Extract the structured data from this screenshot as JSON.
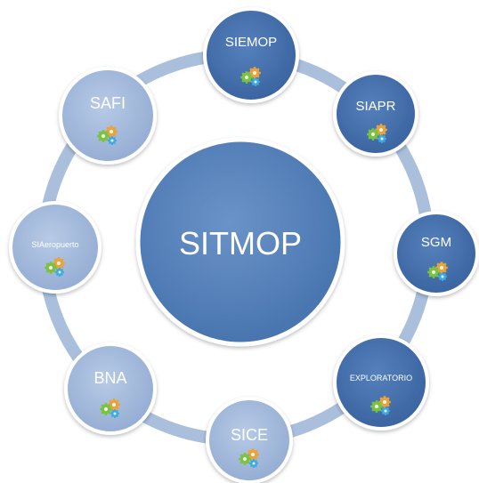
{
  "diagram": {
    "center_label": "SITMOP",
    "nodes": [
      {
        "label": "SIEMOP",
        "shade": "dark",
        "gear_icon": "gears-icon"
      },
      {
        "label": "SIAPR",
        "shade": "dark",
        "gear_icon": "gears-icon"
      },
      {
        "label": "SGM",
        "shade": "dark",
        "gear_icon": "gears-icon"
      },
      {
        "label": "EXPLORATORIO",
        "shade": "dark",
        "gear_icon": "gears-icon"
      },
      {
        "label": "SICE",
        "shade": "light",
        "gear_icon": "gears-icon"
      },
      {
        "label": "BNA",
        "shade": "light",
        "gear_icon": "gears-icon"
      },
      {
        "label": "SIAeropuerto",
        "shade": "light",
        "gear_icon": "gears-icon"
      },
      {
        "label": "SAFI",
        "shade": "light",
        "gear_icon": "gears-icon"
      }
    ],
    "colors": {
      "ring": "#a9bfdc",
      "center_fill": "#4f7ab4",
      "dark_fill": "#3f6aa6",
      "light_fill": "#9db4d8",
      "border": "#ffffff"
    }
  }
}
